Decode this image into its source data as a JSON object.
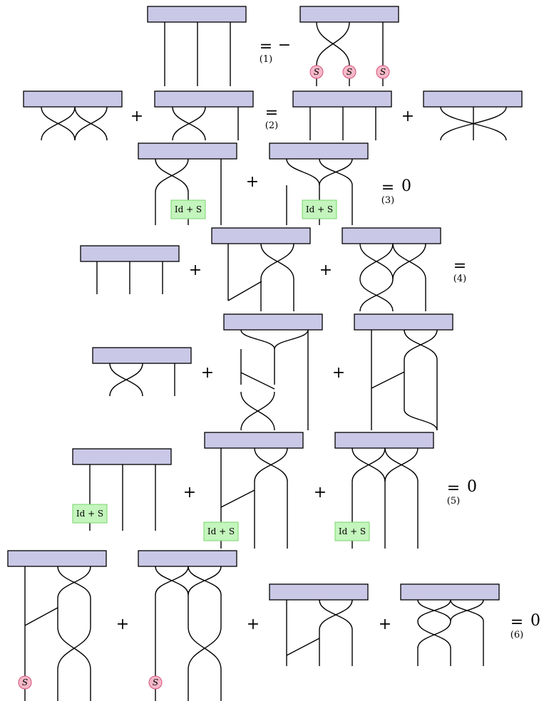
{
  "diagram": {
    "symbols": {
      "plus": "+",
      "equals": "=",
      "minus": "−",
      "zero": "0",
      "S": "S",
      "id_plus_s": "Id + S"
    },
    "equation_labels": [
      "(1)",
      "(2)",
      "(3)",
      "(4)",
      "(5)",
      "(6)"
    ],
    "colors": {
      "box_fill": "#c9c8e6",
      "s_bubble_fill": "#f6b8c8",
      "id_plus_s_fill": "#c4f5bd"
    }
  }
}
